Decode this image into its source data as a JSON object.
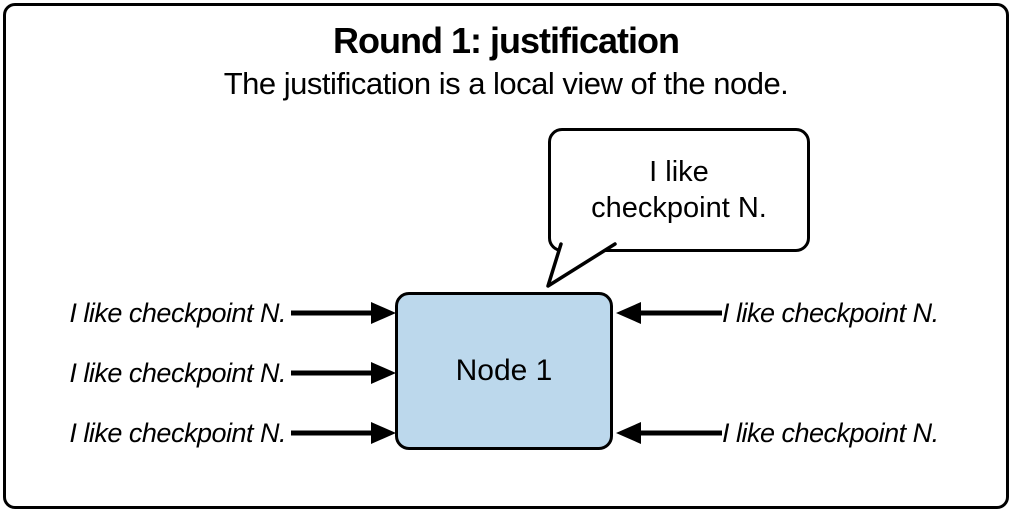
{
  "title": "Round 1: justification",
  "subtitle": "The justification is a local view of the node.",
  "speech_bubble": {
    "line1": "I like",
    "line2": "checkpoint N."
  },
  "node": {
    "label": "Node 1"
  },
  "left_messages": [
    {
      "label": "I like checkpoint N."
    },
    {
      "label": "I like checkpoint N."
    },
    {
      "label": "I like checkpoint N."
    }
  ],
  "right_messages": [
    {
      "label": "I like checkpoint N."
    },
    {
      "label": "I like checkpoint N."
    }
  ],
  "colors": {
    "background": "#ffffff",
    "border": "#000000",
    "node_fill": "#bcd8ec"
  }
}
